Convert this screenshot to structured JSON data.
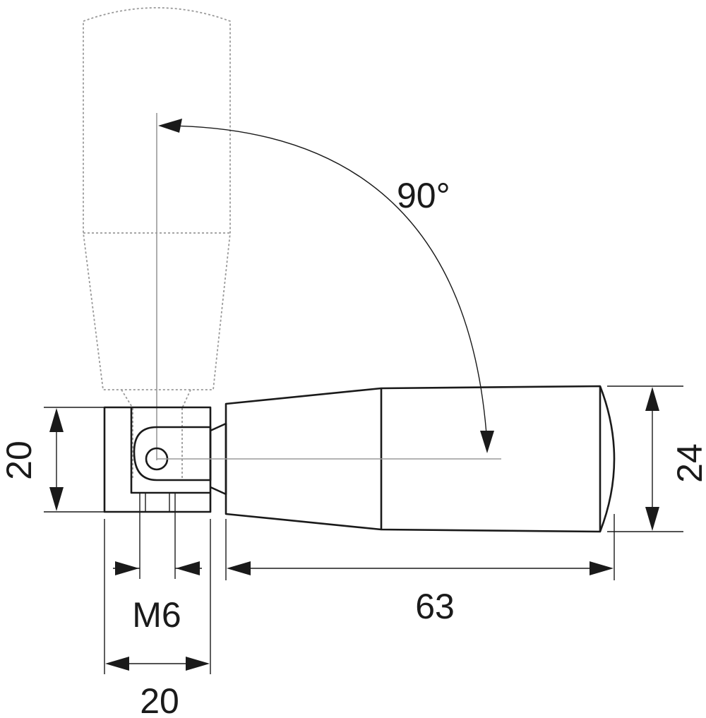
{
  "dimensions": {
    "body_height": "20",
    "thread": "M6",
    "body_width": "20",
    "handle_length": "63",
    "knob_diameter": "24",
    "swing_angle": "90°"
  }
}
